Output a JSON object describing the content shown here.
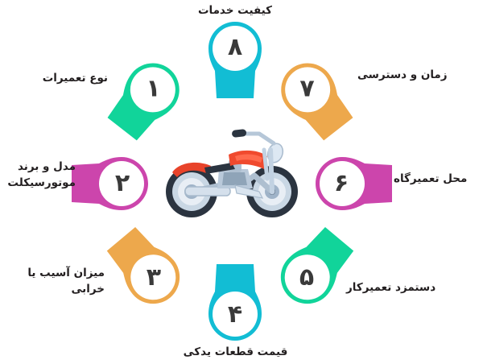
{
  "infographic": {
    "title_present": false,
    "center_illustration": "motorcycle-illustration",
    "colors": {
      "teal": "#12BDD4",
      "green": "#11D49A",
      "magenta": "#CC45AC",
      "orange": "#EDA84C",
      "text": "#231f20",
      "number": "#3a3a3a",
      "background": "#ffffff"
    },
    "items": [
      {
        "number": "۱",
        "label": "نوع تعمیرات",
        "color": "#11D49A",
        "color_name": "green",
        "position": "top-left",
        "label_align": "right"
      },
      {
        "number": "۲",
        "label": "مدل و برند\nموتورسیکلت",
        "color": "#CC45AC",
        "color_name": "magenta",
        "position": "middle-left",
        "label_align": "right"
      },
      {
        "number": "۳",
        "label": "میزان آسیب یا\nخرابی",
        "color": "#EDA84C",
        "color_name": "orange",
        "position": "bottom-left",
        "label_align": "right"
      },
      {
        "number": "۴",
        "label": "قیمت قطعات یدکی",
        "color": "#12BDD4",
        "color_name": "teal",
        "position": "bottom-center",
        "label_align": "center"
      },
      {
        "number": "۵",
        "label": "دستمزد تعمیرکار",
        "color": "#11D49A",
        "color_name": "green",
        "position": "bottom-right",
        "label_align": "left"
      },
      {
        "number": "۶",
        "label": "محل تعمیرگاه",
        "color": "#CC45AC",
        "color_name": "magenta",
        "position": "middle-right",
        "label_align": "left"
      },
      {
        "number": "۷",
        "label": "زمان و دسترسی",
        "color": "#EDA84C",
        "color_name": "orange",
        "position": "top-right",
        "label_align": "left"
      },
      {
        "number": "۸",
        "label": "کیفیت خدمات",
        "color": "#12BDD4",
        "color_name": "teal",
        "position": "top-center",
        "label_align": "center"
      }
    ]
  }
}
